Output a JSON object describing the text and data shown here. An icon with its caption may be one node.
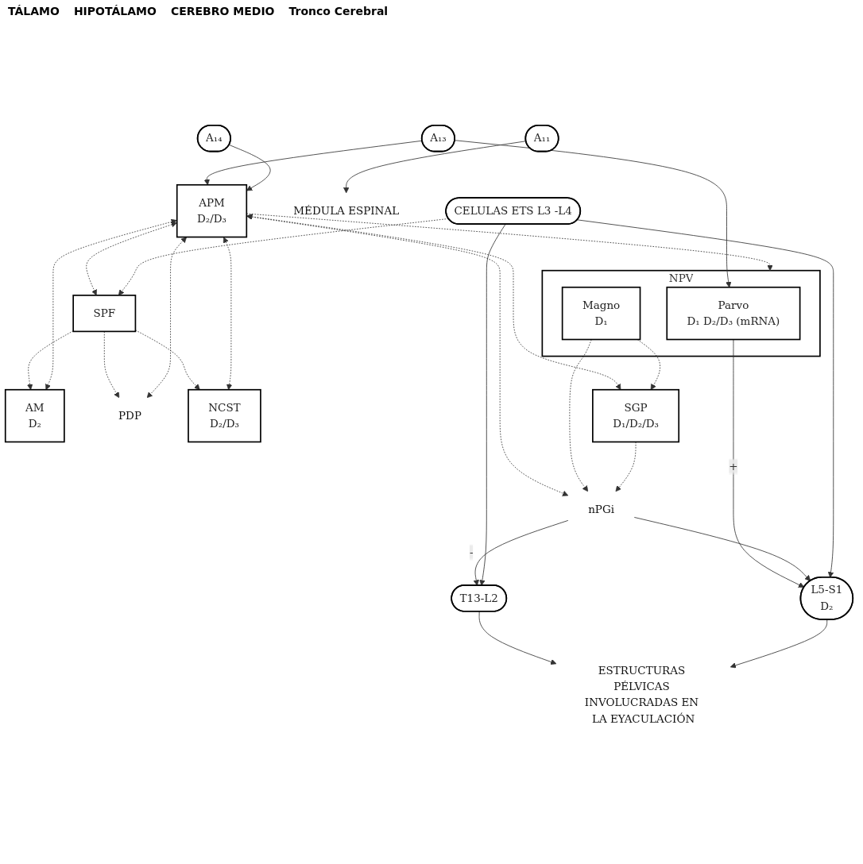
{
  "diagram": {
    "nodes": [
      {
        "text": [
          "SPF"
        ]
      },
      {
        "text": [
          "NPV"
        ]
      },
      {
        "text": [
          "Parvo",
          "D₁ D₂/D₃ (mRNA)"
        ],
        "in": 1
      },
      {
        "text": [
          "Magno",
          "D₁"
        ],
        "in": 1
      },
      {
        "text": [
          "APM",
          "D₂/D₃"
        ]
      },
      {
        "text": [
          "AM",
          "D₂"
        ]
      },
      {
        "text": [
          "PDP"
        ]
      },
      {
        "text": [
          "NCST",
          "D₂/D₃"
        ]
      },
      {
        "text": [
          "A₁₃"
        ]
      },
      {
        "text": [
          "A₁₄"
        ]
      },
      {
        "text": [
          "SGP",
          "D₁/D₂/D₃"
        ]
      },
      {
        "text": [
          "nPGi"
        ]
      },
      {
        "text": [
          "A₁₁"
        ]
      },
      {
        "text": [
          "MÉDULA ESPINAL"
        ]
      },
      {
        "text": [
          "T13-L2"
        ]
      },
      {
        "text": [
          "CELULAS ETS L3 -L4"
        ]
      },
      {
        "text": [
          "L5-S1",
          "D₂"
        ]
      },
      {
        "text": [
          "ESTRUCTURAS PÉLVICAS INVOLUCRADAS EN LA EYACULACIÓN"
        ]
      }
    ],
    "edges": [
      {
        "from": 4,
        "to": 1,
        "arrow": "to",
        "style": "dashed"
      },
      {
        "from": 4,
        "to": 0,
        "arrow": "both",
        "style": "dashed"
      },
      {
        "from": 0,
        "to": 5,
        "arrow": "to",
        "style": "dashed"
      },
      {
        "from": 0,
        "to": 6,
        "arrow": "to",
        "style": "dashed"
      },
      {
        "from": 0,
        "to": 7,
        "arrow": "to",
        "style": "dashed"
      },
      {
        "from": 4,
        "to": 5,
        "arrow": "both",
        "style": "dashed"
      },
      {
        "from": 4,
        "to": 6,
        "arrow": "both",
        "style": "dashed"
      },
      {
        "from": 4,
        "to": 7,
        "arrow": "both",
        "style": "dashed"
      },
      {
        "from": 8,
        "to": 2,
        "arrow": "to"
      },
      {
        "from": 8,
        "to": 4,
        "arrow": "to"
      },
      {
        "from": 9,
        "to": 4,
        "arrow": "to"
      },
      {
        "from": 4,
        "to": 11,
        "arrow": "both",
        "style": "dashed"
      },
      {
        "from": 4,
        "to": 10,
        "arrow": "both",
        "style": "dashed"
      },
      {
        "from": 3,
        "to": 11,
        "arrow": "to",
        "style": "dashed"
      },
      {
        "from": 3,
        "to": 10,
        "arrow": "to",
        "style": "dashed"
      },
      {
        "from": 10,
        "to": 11,
        "arrow": "to",
        "style": "dashed"
      },
      {
        "from": 12,
        "to": 13,
        "arrow": "to"
      },
      {
        "from": 2,
        "to": 16,
        "arrow": "to",
        "label": "+"
      },
      {
        "from": 11,
        "to": 14,
        "arrow": "to",
        "label": "-"
      },
      {
        "from": 11,
        "to": 16,
        "arrow": "to"
      },
      {
        "from": 15,
        "to": 14,
        "arrow": "to"
      },
      {
        "from": 15,
        "to": 16,
        "arrow": "to"
      },
      {
        "from": 15,
        "to": 0,
        "arrow": "to",
        "style": "dashed"
      },
      {
        "from": 14,
        "to": 17,
        "arrow": "to"
      },
      {
        "from": 16,
        "to": 17,
        "arrow": "to"
      }
    ],
    "labels": [
      "TÁLAMO",
      "HIPOTÁLAMO",
      "CEREBRO MEDIO",
      "Tronco Cerebral"
    ]
  }
}
